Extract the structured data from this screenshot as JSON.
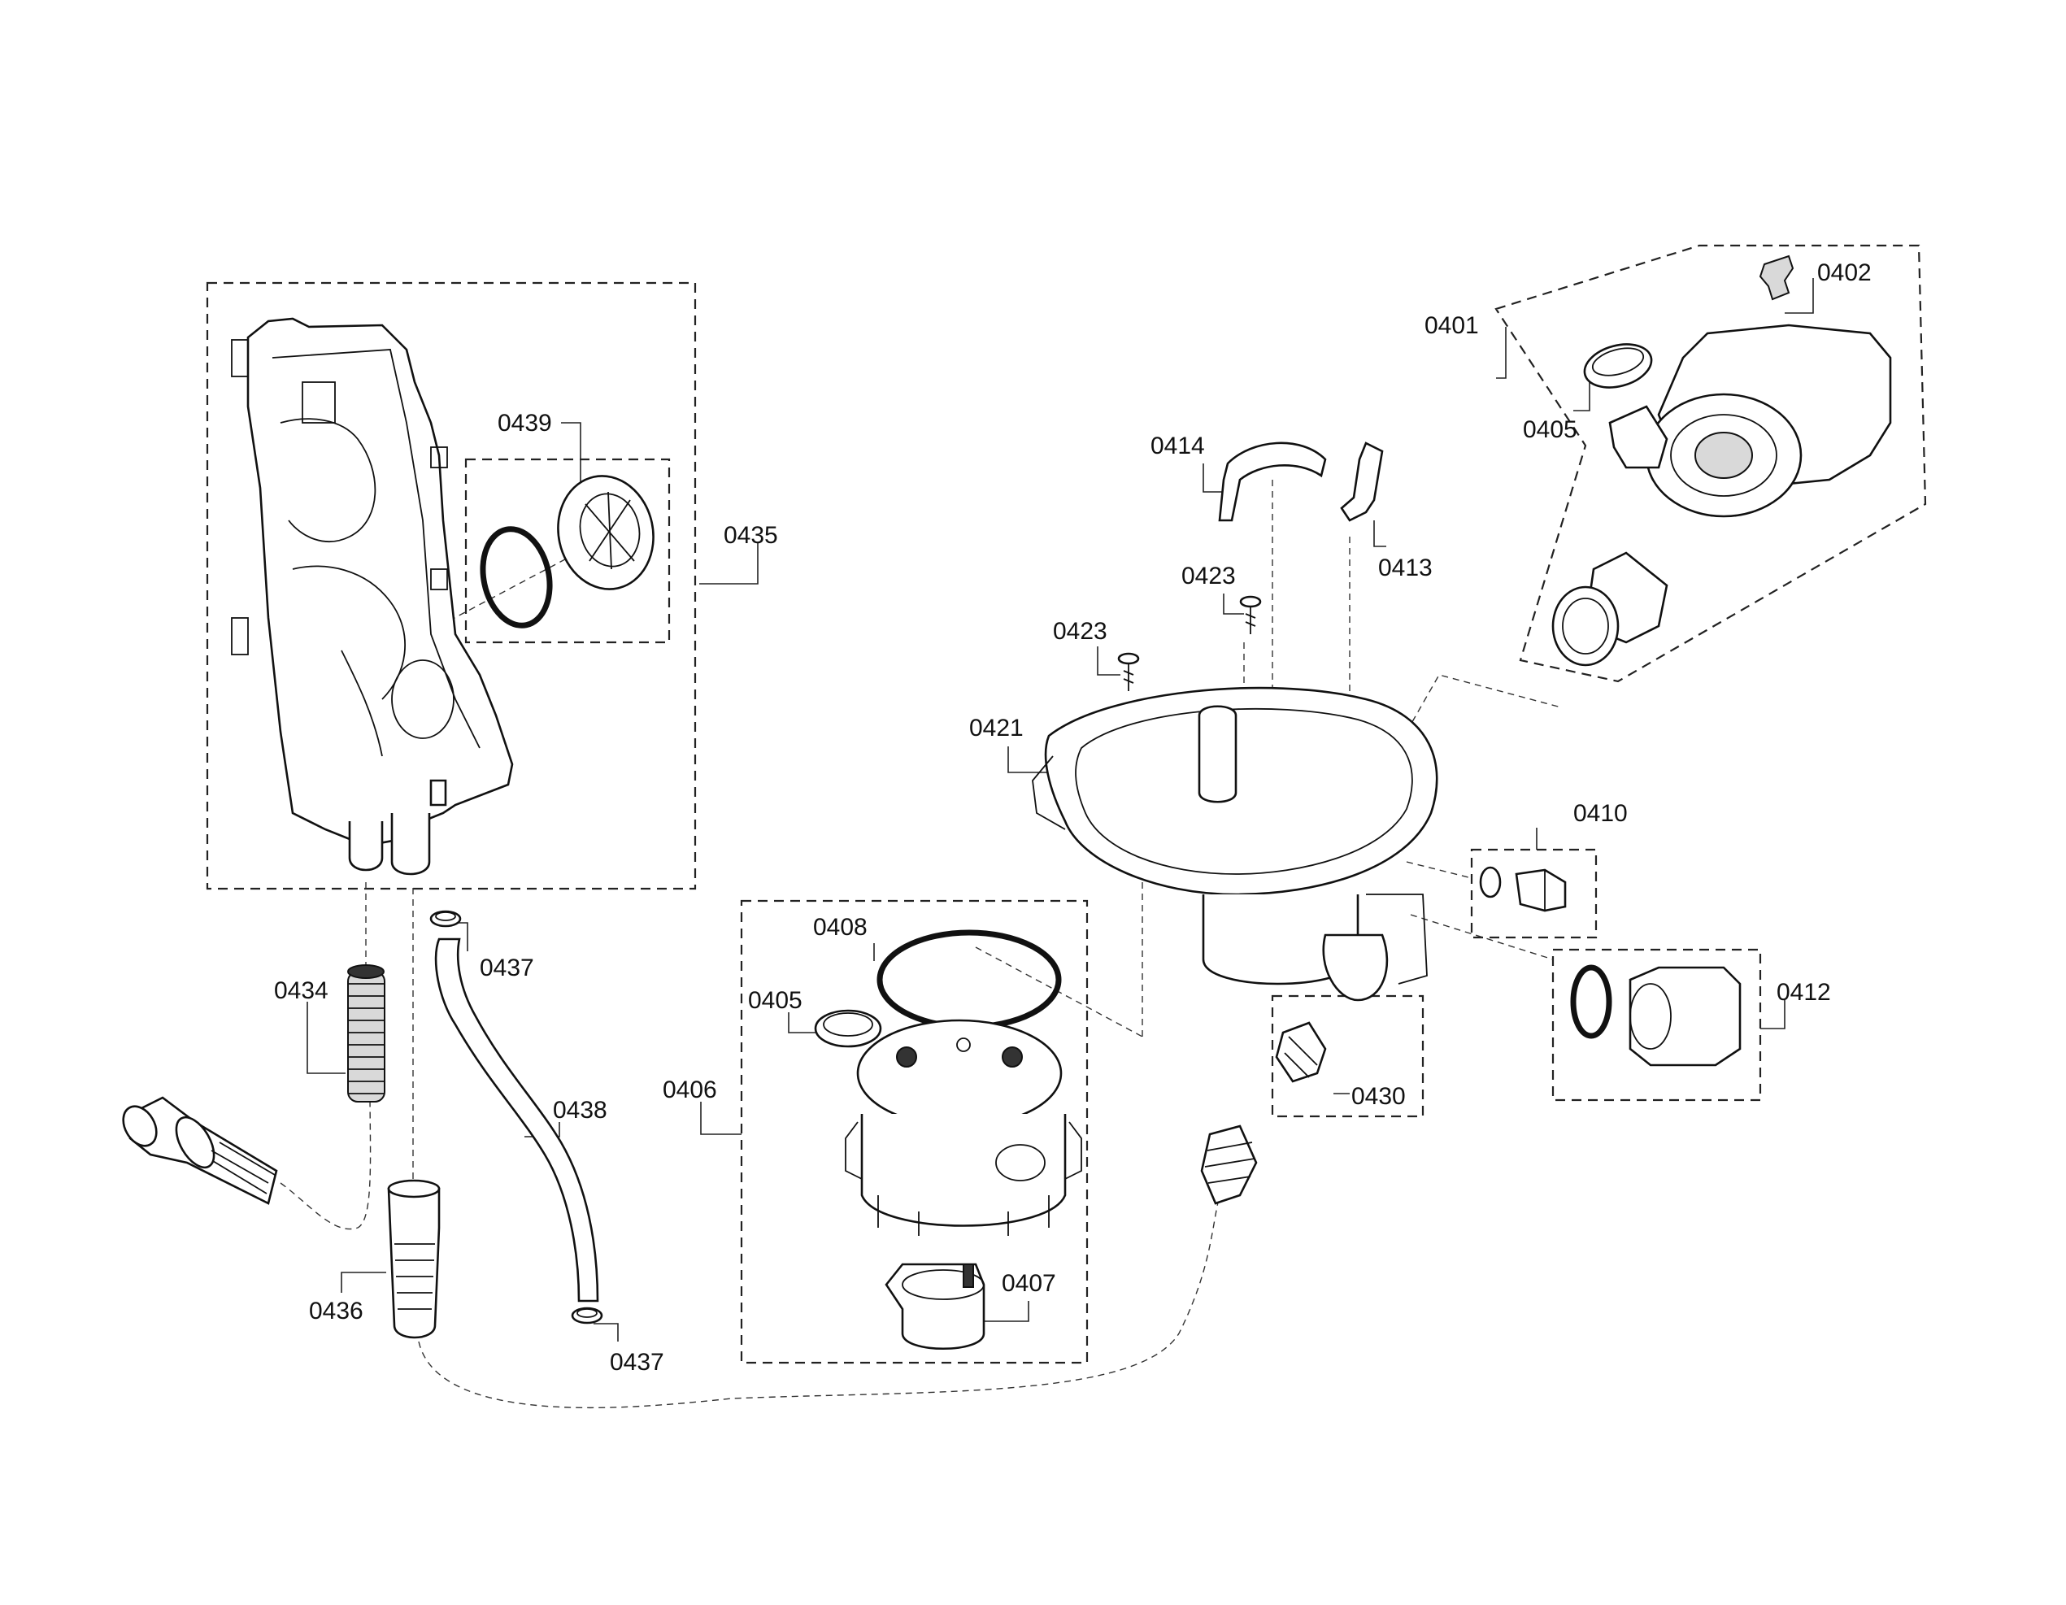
{
  "labels": {
    "p0401": "0401",
    "p0402": "0402",
    "p0405_top": "0405",
    "p0405_mid": "0405",
    "p0406": "0406",
    "p0407": "0407",
    "p0408": "0408",
    "p0410": "0410",
    "p0412": "0412",
    "p0413": "0413",
    "p0414": "0414",
    "p0421": "0421",
    "p0423_a": "0423",
    "p0423_b": "0423",
    "p0430": "0430",
    "p0434": "0434",
    "p0435": "0435",
    "p0436": "0436",
    "p0437_a": "0437",
    "p0437_b": "0437",
    "p0438": "0438",
    "p0439": "0439"
  }
}
